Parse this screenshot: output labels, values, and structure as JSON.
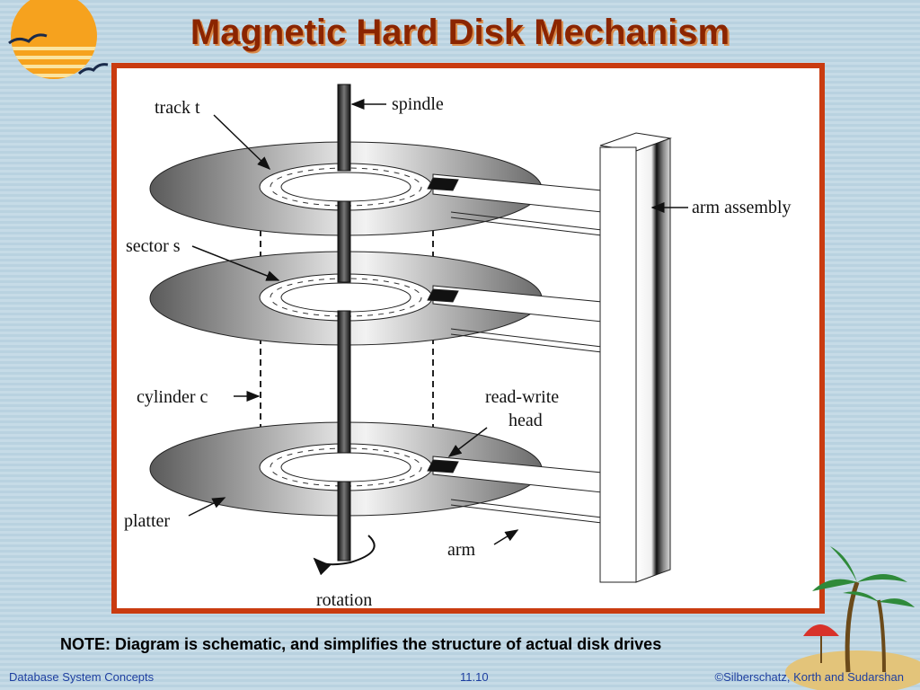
{
  "slide": {
    "title": "Magnetic Hard Disk Mechanism",
    "note": "NOTE: Diagram is schematic, and simplifies the structure of actual disk drives"
  },
  "diagram": {
    "labels": {
      "track": "track t",
      "spindle": "spindle",
      "arm_assembly": "arm assembly",
      "sector": "sector s",
      "cylinder": "cylinder c",
      "read_write_head_1": "read-write",
      "read_write_head_2": "head",
      "platter": "platter",
      "arm": "arm",
      "rotation": "rotation"
    }
  },
  "footer": {
    "left": "Database System Concepts",
    "center": "11.10",
    "right": "©Silberschatz, Korth and Sudarshan"
  },
  "colors": {
    "title": "#8b2500",
    "frame_border": "#c93b10",
    "footer_text": "#1e3fa0"
  }
}
